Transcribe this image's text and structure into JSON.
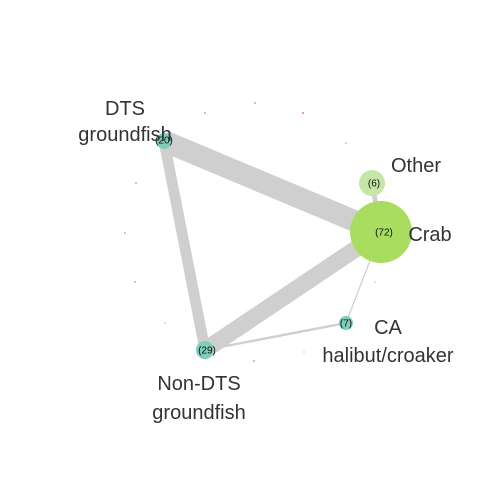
{
  "network": {
    "colors": {
      "edge": "#cfcfcf",
      "node_teal": "#7fcdbb",
      "node_green": "#a8dd5f",
      "node_light_green": "#c5e6a6",
      "label": "#333333"
    },
    "nodes": [
      {
        "id": "dts",
        "label_lines": [
          "DTS",
          "groundfish"
        ],
        "count_text": "(20)",
        "color": "#7fcdbb"
      },
      {
        "id": "other",
        "label_lines": [
          "Other"
        ],
        "count_text": "(6)",
        "color": "#c5e6a6"
      },
      {
        "id": "crab",
        "label_lines": [
          "Crab"
        ],
        "count_text": "(72)",
        "color": "#a8dd5f"
      },
      {
        "id": "ca",
        "label_lines": [
          "CA",
          "halibut/croaker"
        ],
        "count_text": "(7)",
        "color": "#7fcdbb"
      },
      {
        "id": "nondts",
        "label_lines": [
          "Non-DTS",
          "groundfish"
        ],
        "count_text": "(29)",
        "color": "#7fcdbb"
      }
    ],
    "edges": [
      {
        "from": "dts",
        "to": "crab",
        "weight": 18
      },
      {
        "from": "dts",
        "to": "nondts",
        "weight": 9
      },
      {
        "from": "nondts",
        "to": "crab",
        "weight": 14
      },
      {
        "from": "nondts",
        "to": "ca",
        "weight": 2
      },
      {
        "from": "ca",
        "to": "crab",
        "weight": 1
      },
      {
        "from": "other",
        "to": "crab",
        "weight": 4
      }
    ]
  }
}
